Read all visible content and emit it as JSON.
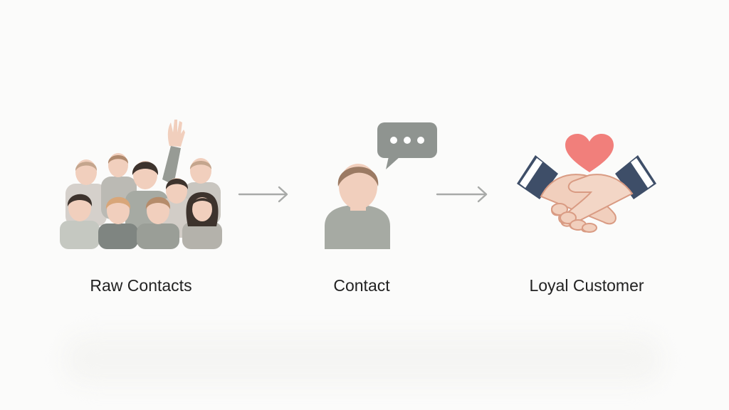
{
  "stages": [
    {
      "id": "raw-contacts",
      "label": "Raw Contacts"
    },
    {
      "id": "contact",
      "label": "Contact"
    },
    {
      "id": "loyal-customer",
      "label": "Loyal Customer"
    }
  ],
  "icons": [
    "crowd-icon",
    "person-with-speech-bubble-icon",
    "handshake-heart-icon"
  ],
  "colors": {
    "background": "#fbfbfa",
    "skin": "#f1cfbd",
    "hair_brown": "#9b7a63",
    "hair_dark": "#3d332d",
    "shirt_gray": "#a6aaa3",
    "bubble": "#8f9490",
    "arrow": "#a8aaa8",
    "heart": "#f17f7b",
    "sleeve_navy": "#3e4e68",
    "text": "#222222"
  }
}
